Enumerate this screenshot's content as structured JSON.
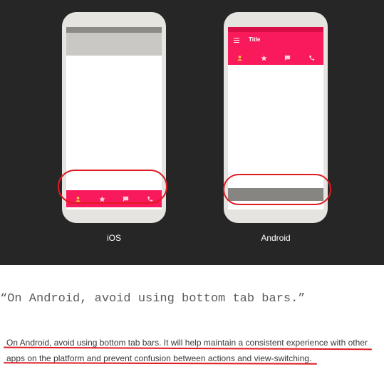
{
  "illustration": {
    "ios": {
      "caption": "iOS",
      "tab_icons": [
        "person-icon",
        "star-icon",
        "chat-icon",
        "phone-icon"
      ]
    },
    "android": {
      "caption": "Android",
      "app_title": "Title",
      "tab_icons": [
        "person-icon",
        "star-icon",
        "chat-icon",
        "phone-icon"
      ]
    },
    "colors": {
      "accent": "#f81a5b",
      "accent_dark": "#d80f47",
      "annotation_red": "#e01a22",
      "dark_bg": "#262626",
      "active_icon": "#f5d33a"
    }
  },
  "quote": "“On Android, avoid using bottom tab bars.”",
  "paragraph": {
    "line1": "On Android, avoid using bottom tab bars. It will help maintain a consistent experience with other",
    "line2": "apps on the platform and prevent confusion between actions and view-switching."
  }
}
